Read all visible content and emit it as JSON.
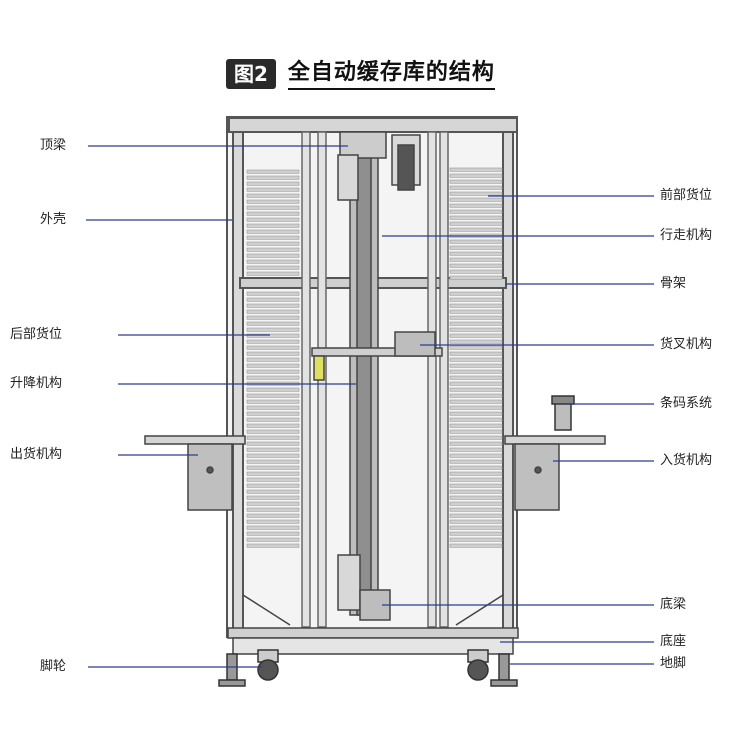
{
  "title": {
    "badge": "图2",
    "text": "全自动缓存库的结构"
  },
  "colors": {
    "leader": "#2b3f8f",
    "frame": "#5a5a5a",
    "frame_light": "#cfcfcf"
  },
  "labels": {
    "left": [
      {
        "key": "top_beam",
        "text": "顶梁"
      },
      {
        "key": "shell",
        "text": "外壳"
      },
      {
        "key": "rear_slot",
        "text": "后部货位"
      },
      {
        "key": "lift",
        "text": "升降机构"
      },
      {
        "key": "outfeed",
        "text": "出货机构"
      },
      {
        "key": "caster",
        "text": "脚轮"
      }
    ],
    "right": [
      {
        "key": "front_slot",
        "text": "前部货位"
      },
      {
        "key": "travel",
        "text": "行走机构"
      },
      {
        "key": "skeleton",
        "text": "骨架"
      },
      {
        "key": "fork",
        "text": "货叉机构"
      },
      {
        "key": "barcode",
        "text": "条码系统"
      },
      {
        "key": "infeed",
        "text": "入货机构"
      },
      {
        "key": "bottom_beam",
        "text": "底梁"
      },
      {
        "key": "base",
        "text": "底座"
      },
      {
        "key": "foot",
        "text": "地脚"
      }
    ]
  }
}
